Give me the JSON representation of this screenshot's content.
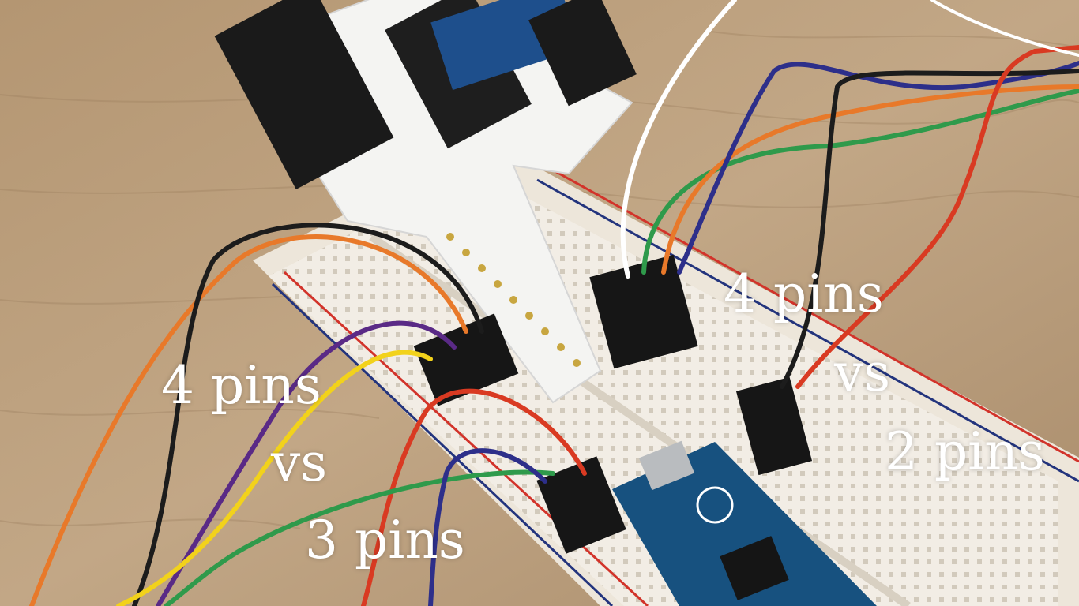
{
  "overlay": {
    "left": {
      "line1": "4 pins",
      "line2": "vs",
      "line3": "3 pins"
    },
    "right": {
      "line1": "4 pins",
      "line2": "vs",
      "line3": "2 pins"
    }
  },
  "colors": {
    "wood": "#b89a77",
    "breadboard": "#f2ede4",
    "rail_red": "#d2332a",
    "rail_blue": "#23347d",
    "shield_pcb": "#f4f4f2",
    "arduino_pcb": "#17517f",
    "header_black": "#1a1a1a",
    "wires": [
      "#e8792a",
      "#1c1c1c",
      "#5a2a86",
      "#f2d21b",
      "#d93a22",
      "#2f9a4b",
      "#2d2f8a",
      "#ffffff"
    ]
  }
}
